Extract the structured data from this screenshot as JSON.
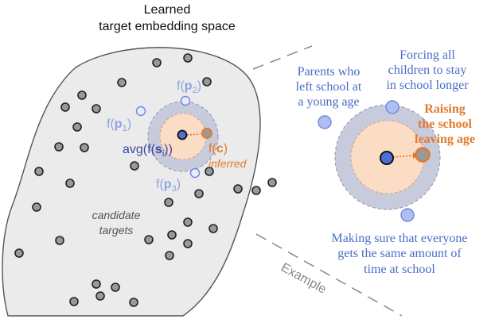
{
  "title_line1": "Learned",
  "title_line2": "target embedding space",
  "labels": {
    "candidate_line1": "candidate",
    "candidate_line2": "targets",
    "f": "f(",
    "p": "p",
    "p2_sub": "2",
    "p1_sub": "1",
    "p3_sub": "3",
    "close": ")",
    "avg": "avg(f(",
    "s": "s",
    "s_sub": "i",
    "avg_close": "))",
    "fc_open": "f(",
    "c": "c",
    "fc_close": ")",
    "inferred": "inferred",
    "example": "Example"
  },
  "example_texts": {
    "parents_line1": "Parents who",
    "parents_line2": "left school at",
    "parents_line3": "a young age",
    "forcing_line1": "Forcing all",
    "forcing_line2": "children to stay",
    "forcing_line3": "in school longer",
    "raising_line1": "Raising",
    "raising_line2": "the school",
    "raising_line3": "leaving age",
    "making_line1": "Making sure that everyone",
    "making_line2": "gets the same amount of",
    "making_line3": "time at school"
  },
  "colors": {
    "blob_fill": "#ebebeb",
    "blob_stroke": "#555555",
    "dot_fill": "#999999",
    "ring_outer": "#c8cbdc",
    "ring_inner": "#fbdcc4",
    "blue_point": "#5b79d8",
    "blue_light": "#aebff0",
    "orange": "#e07b2d",
    "blue_text": "#4a6cc8",
    "blue_label": "#8ea2e4",
    "dark_blue": "#3548a8",
    "dashed": "#888888"
  }
}
